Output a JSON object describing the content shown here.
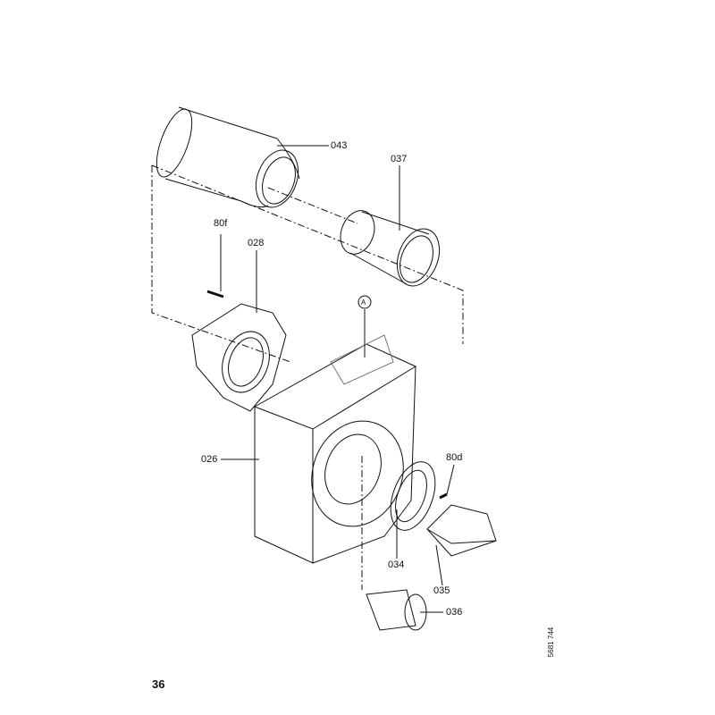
{
  "page_number": "36",
  "document_number": "5681 744",
  "detail_marker": "A",
  "parts": [
    {
      "id": "043"
    },
    {
      "id": "037"
    },
    {
      "id": "80f"
    },
    {
      "id": "028"
    },
    {
      "id": "026"
    },
    {
      "id": "80d"
    },
    {
      "id": "034"
    },
    {
      "id": "035"
    },
    {
      "id": "036"
    }
  ]
}
